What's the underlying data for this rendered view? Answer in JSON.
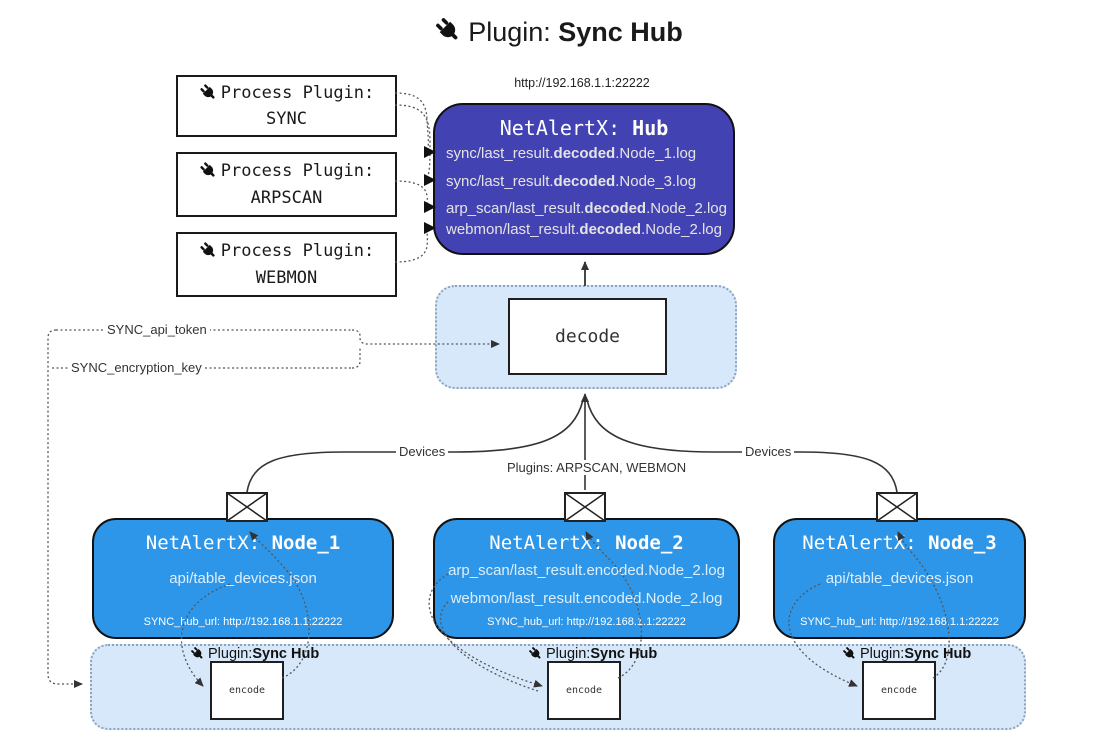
{
  "title": {
    "prefix": "Plugin: ",
    "bold": "Sync Hub"
  },
  "hub": {
    "url": "http://192.168.1.1:22222",
    "title_prefix": "NetAlertX: ",
    "title_bold": "Hub",
    "lines": [
      {
        "pre": "sync/last_result.",
        "bold": "decoded",
        "post": ".Node_1.log"
      },
      {
        "pre": "sync/last_result.",
        "bold": "decoded",
        "post": ".Node_3.log"
      },
      {
        "pre": "arp_scan/last_result.",
        "bold": "decoded",
        "post": ".Node_2.log"
      },
      {
        "pre": "webmon/last_result.",
        "bold": "decoded",
        "post": ".Node_2.log"
      }
    ]
  },
  "process_plugins": [
    {
      "label": "Process Plugin:",
      "name": "SYNC"
    },
    {
      "label": "Process Plugin:",
      "name": "ARPSCAN"
    },
    {
      "label": "Process Plugin:",
      "name": "WEBMON"
    }
  ],
  "decode_label": "decode",
  "edge_labels": {
    "sync_api_token": "SYNC_api_token",
    "sync_encryption_key": "SYNC_encryption_key",
    "devices_left": "Devices",
    "plugins_mid": "Plugins: ARPSCAN, WEBMON",
    "devices_right": "Devices"
  },
  "nodes": [
    {
      "title_prefix": "NetAlertX: ",
      "title_bold": "Node_1",
      "lines": [
        "api/table_devices.json"
      ],
      "hub_url": "SYNC_hub_url: http://192.168.1.1:22222"
    },
    {
      "title_prefix": "NetAlertX: ",
      "title_bold": "Node_2",
      "lines": [
        "arp_scan/last_result.encoded.Node_2.log",
        "webmon/last_result.encoded.Node_2.log"
      ],
      "hub_url": "SYNC_hub_url: http://192.168.1.1:22222"
    },
    {
      "title_prefix": "NetAlertX: ",
      "title_bold": "Node_3",
      "lines": [
        "api/table_devices.json"
      ],
      "hub_url": "SYNC_hub_url: http://192.168.1.1:22222"
    }
  ],
  "encode_sections": [
    {
      "label_prefix": "Plugin: ",
      "label_bold": "Sync Hub",
      "box": "encode"
    },
    {
      "label_prefix": "Plugin: ",
      "label_bold": "Sync Hub",
      "box": "encode"
    },
    {
      "label_prefix": "Plugin: ",
      "label_bold": "Sync Hub",
      "box": "encode"
    }
  ],
  "colors": {
    "hub": "#4242b2",
    "node": "#2e96e8",
    "container": "#d7e8fa"
  }
}
